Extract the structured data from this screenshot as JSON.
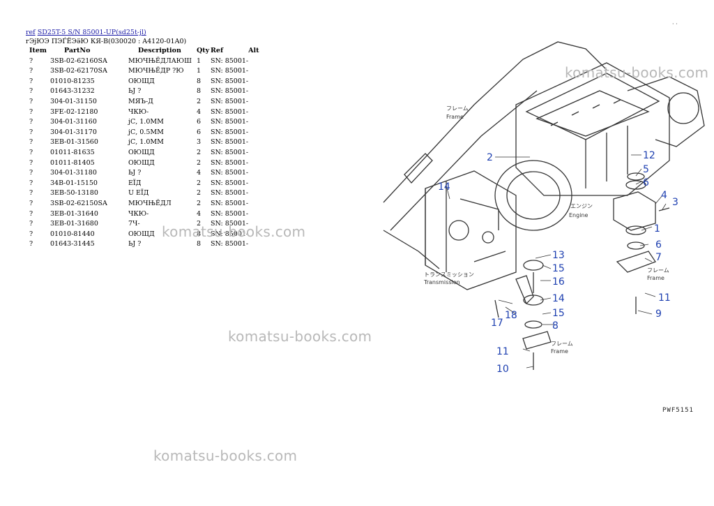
{
  "header": {
    "ref_link": "ref",
    "model_link": "SD25T-5 S/N 85001-UP(sd25t-jl)"
  },
  "subtitle": "гЭјЮЭ ПЭЃЁЭӛЮ КЯ-В(030020 : A4120-01A0)",
  "table": {
    "columns": [
      "Item",
      "PartNo",
      "Description",
      "Qty",
      "Ref",
      "Alt"
    ],
    "rows": [
      [
        "?",
        "3SB-02-62160SA",
        "МЮЧЊЁДЛАЮШ",
        "1",
        "SN: 85001-",
        ""
      ],
      [
        "?",
        "3SB-02-62170SA",
        "МЮЧЊЁДР ?Ю",
        "1",
        "SN: 85001-",
        ""
      ],
      [
        "?",
        "01010-81235",
        "ОЮЩД",
        "8",
        "SN: 85001-",
        ""
      ],
      [
        "?",
        "01643-31232",
        "ЬЈ ?",
        "8",
        "SN: 85001-",
        ""
      ],
      [
        "?",
        "304-01-31150",
        "МЯЪ-Д",
        "2",
        "SN: 85001-",
        ""
      ],
      [
        "?",
        "3FE-02-12180",
        "ЧКЮ-",
        "4",
        "SN: 85001-",
        ""
      ],
      [
        "?",
        "304-01-31160",
        "јС, 1.0ММ",
        "6",
        "SN: 85001-",
        ""
      ],
      [
        "?",
        "304-01-31170",
        "јС, 0.5ММ",
        "6",
        "SN: 85001-",
        ""
      ],
      [
        "?",
        "3EB-01-31560",
        "јС, 1.0ММ",
        "3",
        "SN: 85001-",
        ""
      ],
      [
        "?",
        "01011-81635",
        "ОЮЩД",
        "2",
        "SN: 85001-",
        ""
      ],
      [
        "?",
        "01011-81405",
        "ОЮЩД",
        "2",
        "SN: 85001-",
        ""
      ],
      [
        "?",
        "304-01-31180",
        "ЬЈ ?",
        "4",
        "SN: 85001-",
        ""
      ],
      [
        "?",
        "34B-01-15150",
        "ЕЇД",
        "2",
        "SN: 85001-",
        ""
      ],
      [
        "?",
        "3EB-50-13180",
        "U ЕЇД",
        "2",
        "SN: 85001-",
        ""
      ],
      [
        "?",
        "3SB-02-62150SA",
        "МЮЧЊЁДЛ",
        "2",
        "SN: 85001-",
        ""
      ],
      [
        "?",
        "3EB-01-31640",
        "ЧКЮ-",
        "4",
        "SN: 85001-",
        ""
      ],
      [
        "?",
        "3EB-01-31680",
        "7Ч-",
        "2",
        "SN: 85001-",
        ""
      ],
      [
        "?",
        "01010-81440",
        "ОЮЩД",
        "8",
        "SN: 85001-",
        ""
      ],
      [
        "?",
        "01643-31445",
        "ЬЈ ?",
        "8",
        "SN: 85001-",
        ""
      ]
    ]
  },
  "diagram": {
    "callouts": [
      "2",
      "12",
      "5",
      "6",
      "4",
      "3",
      "1",
      "6",
      "7",
      "11",
      "9",
      "14",
      "13",
      "15",
      "16",
      "14",
      "15",
      "8",
      "18",
      "17",
      "11",
      "10"
    ],
    "labels": {
      "frame_jp1": "フレーム",
      "frame_en1": "Frame",
      "engine_jp": "エンジン",
      "engine_en": "Engine",
      "frame_jp2": "フレーム",
      "frame_en2": "Frame",
      "trans_jp": "トランスミッション",
      "trans_en": "Transmission",
      "frame_jp3": "フレーム",
      "frame_en3": "Frame"
    },
    "code": "PWF5151",
    "corner_mark": "· ·"
  },
  "watermarks": [
    "komatsu-books.com",
    "komatsu-books.com",
    "komatsu-books.com",
    "komatsu-books.com"
  ],
  "colors": {
    "link": "#1a1aa6",
    "callout": "#1d3fb0",
    "watermark": "#b8b8b8"
  }
}
